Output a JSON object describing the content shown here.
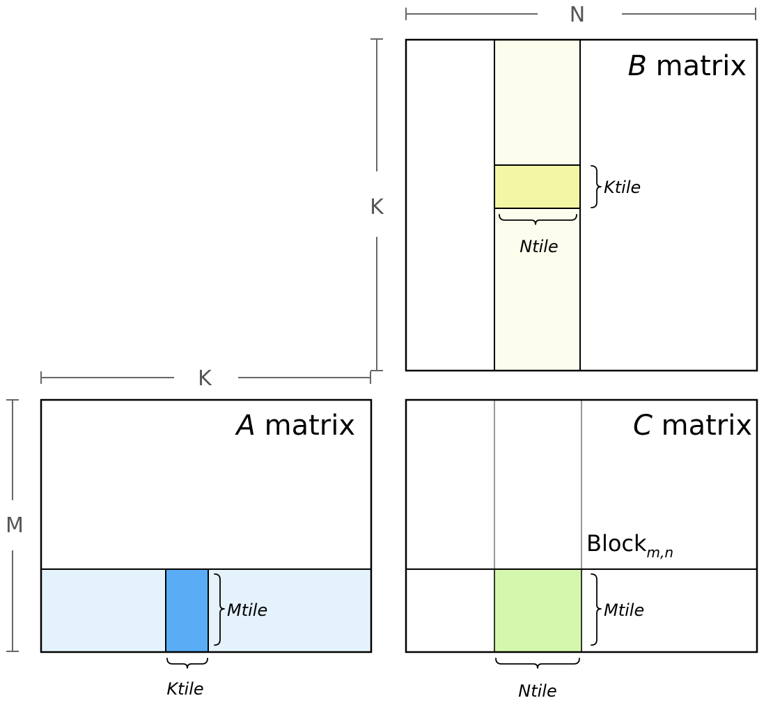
{
  "dimensions": {
    "n_top": "N",
    "k_vertical": "K",
    "k_horizontal": "K",
    "m_vertical": "M"
  },
  "b_matrix": {
    "title_italic": "B",
    "title_rest": " matrix",
    "tile_k_label": "Ktile",
    "tile_n_label": "Ntile"
  },
  "a_matrix": {
    "title_italic": "A",
    "title_rest": " matrix",
    "tile_m_label": "Mtile",
    "tile_k_label": "Ktile"
  },
  "c_matrix": {
    "title_italic": "C",
    "title_rest": " matrix",
    "block_label": "Block",
    "block_subscript": "m,n",
    "tile_m_label": "Mtile",
    "tile_n_label": "Ntile"
  },
  "colors": {
    "b_column_band": "#fdfdee",
    "b_tile": "#f3f6a4",
    "a_row_band": "#e4f2fc",
    "a_tile": "#5aacf5",
    "c_block": "#d4f7ad"
  }
}
